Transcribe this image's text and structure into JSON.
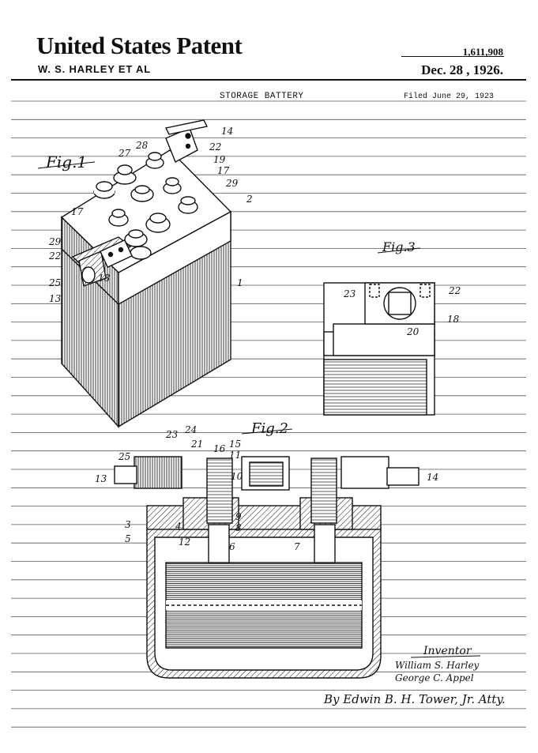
{
  "header": {
    "title": "United States Patent",
    "patent_number": "1,611,908",
    "inventors": "W. S. HARLEY ET AL",
    "date": "Dec. 28 , 1926."
  },
  "subject": "STORAGE BATTERY",
  "filed": "Filed June 29, 1923",
  "figures": {
    "fig1": {
      "label": "Fig.1",
      "refs": [
        "14",
        "22",
        "28",
        "27",
        "19",
        "17",
        "29",
        "2",
        "17",
        "29",
        "22",
        "25",
        "18",
        "13",
        "1"
      ]
    },
    "fig2": {
      "label": "Fig.2",
      "refs": [
        "23",
        "24",
        "21",
        "16",
        "15",
        "11",
        "10",
        "25",
        "13",
        "14",
        "3",
        "5",
        "4",
        "9",
        "8",
        "12",
        "6",
        "7"
      ]
    },
    "fig3": {
      "label": "Fig.3",
      "refs": [
        "23",
        "22",
        "20",
        "18"
      ]
    }
  },
  "signature": {
    "heading": "Inventor",
    "names": [
      "William S. Harley",
      "George C. Appel"
    ],
    "attorney": "By Edwin B. H. Tower, Jr. Atty."
  }
}
